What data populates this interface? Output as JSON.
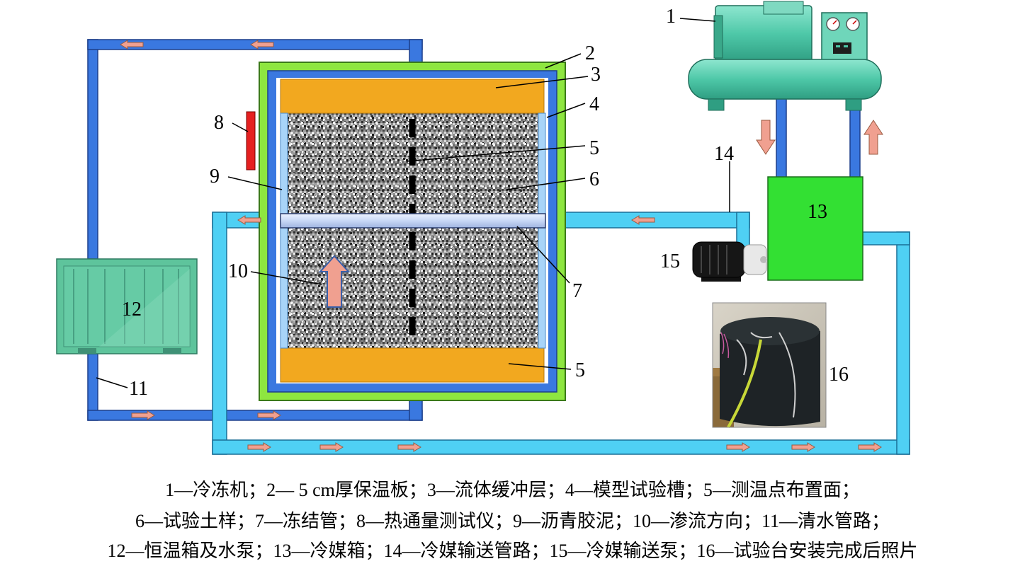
{
  "labels": {
    "n1": "1",
    "n2": "2",
    "n3": "3",
    "n4": "4",
    "n5a": "5",
    "n5b": "5",
    "n6": "6",
    "n7": "7",
    "n8": "8",
    "n9": "9",
    "n10": "10",
    "n11": "11",
    "n12": "12",
    "n13": "13",
    "n14": "14",
    "n15": "15",
    "n16": "16"
  },
  "caption": {
    "line1": "1—冷冻机；2— 5 cm厚保温板；3—流体缓冲层；4—模型试验槽；5—测温点布置面；",
    "line2": "6—试验土样；7—冻结管；8—热通量测试仪；9—沥青胶泥；10—渗流方向；11—清水管路；",
    "line3": "12—恒温箱及水泵；13—冷媒箱；14—冷媒输送管路；15—冷媒输送泵；16—试验台安装完成后照片"
  },
  "colors": {
    "water_pipe": "#3a78e0",
    "coolant_pipe": "#4fd0f4",
    "insulation": "#8ee640",
    "buffer_layer": "#f2a81f",
    "coolant_box": "#33e033",
    "heat_flux_meter": "#e52020",
    "arrow": "#f0a090",
    "chiller": "#4ec8a8",
    "thermostat_box": "#5ec49c"
  }
}
